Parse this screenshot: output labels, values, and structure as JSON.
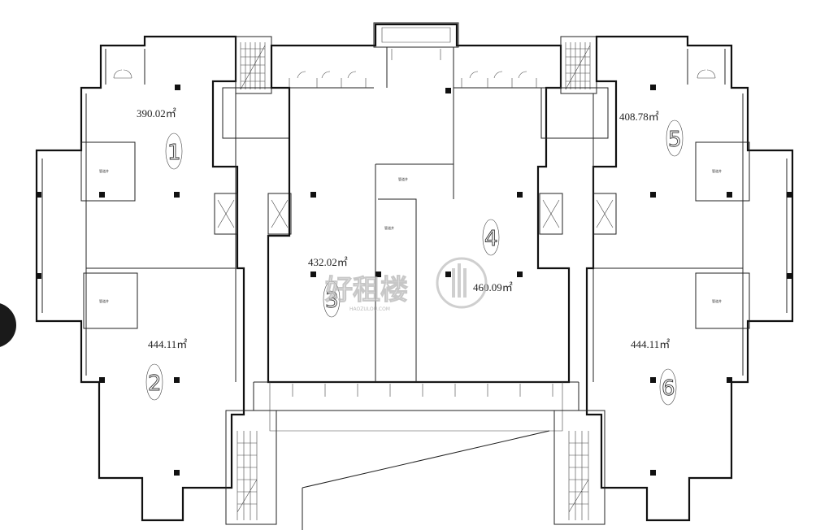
{
  "units": [
    {
      "id": "1",
      "area": "390.02㎡"
    },
    {
      "id": "2",
      "area": "444.11㎡"
    },
    {
      "id": "3",
      "area": "432.02㎡"
    },
    {
      "id": "4",
      "area": "460.09㎡"
    },
    {
      "id": "5",
      "area": "408.78㎡"
    },
    {
      "id": "6",
      "area": "444.11㎡"
    }
  ],
  "watermark": {
    "text": "好租楼",
    "sub": "HAOZULOU.COM"
  },
  "colors": {
    "line": "#111111",
    "background": "#ffffff",
    "watermark": "#cfcfcf"
  }
}
